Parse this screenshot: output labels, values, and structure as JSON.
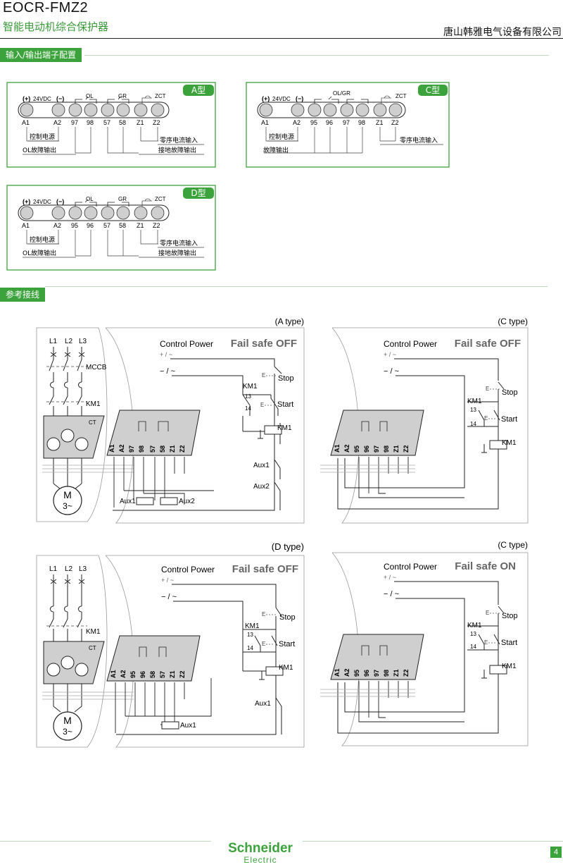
{
  "header": {
    "title": "EOCR-FMZ2",
    "subtitle": "智能电动机综合保护器",
    "company": "唐山韩雅电气设备有限公司"
  },
  "sections": {
    "terminals": "输入/输出端子配置",
    "wiring": "参考接线"
  },
  "colors": {
    "accent": "#3ca33c",
    "accent_light": "#b9dcb9",
    "terminal": "#cfcfcf"
  },
  "terminal_blocks": [
    {
      "type_label": "A型",
      "polarity_plus": "(+)",
      "polarity_voltage": "24VDC",
      "polarity_minus": "(−)",
      "contact_labels": [
        "OL",
        "GR",
        "ZCT"
      ],
      "terminals": [
        "A1",
        "A2",
        "97",
        "98",
        "57",
        "58",
        "Z1",
        "Z2"
      ],
      "legends": [
        "控制电源",
        "OL故障输出",
        "零序电流输入",
        "接地故障输出"
      ]
    },
    {
      "type_label": "C型",
      "polarity_plus": "(+)",
      "polarity_voltage": "24VDC",
      "polarity_minus": "(−)",
      "contact_labels": [
        "OL/GR",
        "ZCT"
      ],
      "terminals": [
        "A1",
        "A2",
        "95",
        "96",
        "97",
        "98",
        "Z1",
        "Z2"
      ],
      "legends": [
        "控制电源",
        "故障输出",
        "零序电流输入"
      ]
    },
    {
      "type_label": "D型",
      "polarity_plus": "(+)",
      "polarity_voltage": "24VDC",
      "polarity_minus": "(−)",
      "contact_labels": [
        "OL",
        "GR",
        "ZCT"
      ],
      "terminals": [
        "A1",
        "A2",
        "95",
        "96",
        "57",
        "58",
        "Z1",
        "Z2"
      ],
      "legends": [
        "控制电源",
        "OL故障输出",
        "零序电流输入",
        "接地故障输出"
      ]
    }
  ],
  "wiring_diagrams": [
    {
      "type_label": "(A type)",
      "control_power": "Control Power",
      "fail_safe": "Fail safe OFF",
      "supply_ac": "+ / ~",
      "supply_dc": "− / ~",
      "lines": [
        "L1",
        "L2",
        "L3"
      ],
      "mccb": "MCCB",
      "contactor": "KM1",
      "ct": "CT",
      "motor": "M",
      "motor_phase": "3~",
      "terminals": [
        "A1",
        "A2",
        "97",
        "98",
        "57",
        "58",
        "Z1",
        "Z2"
      ],
      "stop": "Stop",
      "start": "Start",
      "km1": "KM1",
      "km1_aux_13": "13",
      "km1_aux_14": "14",
      "e_mark": "E",
      "aux_contacts": [
        "Aux1",
        "Aux2"
      ],
      "aux_coils": [
        "Aux1",
        "Aux2"
      ]
    },
    {
      "type_label": "(C type)",
      "control_power": "Control Power",
      "fail_safe": "Fail safe OFF",
      "supply_ac": "+ / ~",
      "supply_dc": "− / ~",
      "terminals": [
        "A1",
        "A2",
        "95",
        "96",
        "97",
        "98",
        "Z1",
        "Z2"
      ],
      "stop": "Stop",
      "start": "Start",
      "km1": "KM1",
      "km1_aux_13": "13",
      "km1_aux_14": "14",
      "e_mark": "E"
    },
    {
      "type_label": "(D type)",
      "control_power": "Control Power",
      "fail_safe": "Fail safe OFF",
      "supply_ac": "+ / ~",
      "supply_dc": "− / ~",
      "lines": [
        "L1",
        "L2",
        "L3"
      ],
      "contactor": "KM1",
      "ct": "CT",
      "motor": "M",
      "motor_phase": "3~",
      "terminals": [
        "A1",
        "A2",
        "95",
        "96",
        "58",
        "57",
        "Z1",
        "Z2"
      ],
      "stop": "Stop",
      "start": "Start",
      "km1": "KM1",
      "km1_aux_13": "13",
      "km1_aux_14": "14",
      "e_mark": "E",
      "aux_contacts": [
        "Aux1"
      ],
      "aux_coils": [
        "Aux1"
      ]
    },
    {
      "type_label": "(C type)",
      "control_power": "Control Power",
      "fail_safe": "Fail safe ON",
      "supply_ac": "+ / ~",
      "supply_dc": "− / ~",
      "terminals": [
        "A1",
        "A2",
        "95",
        "96",
        "97",
        "98",
        "Z1",
        "Z2"
      ],
      "stop": "Stop",
      "start": "Start",
      "km1": "KM1",
      "km1_aux_13": "13",
      "km1_aux_14": "14",
      "e_mark": "E"
    }
  ],
  "footer": {
    "brand": "Schneider",
    "brand_sub": "Electric",
    "page": "4"
  }
}
